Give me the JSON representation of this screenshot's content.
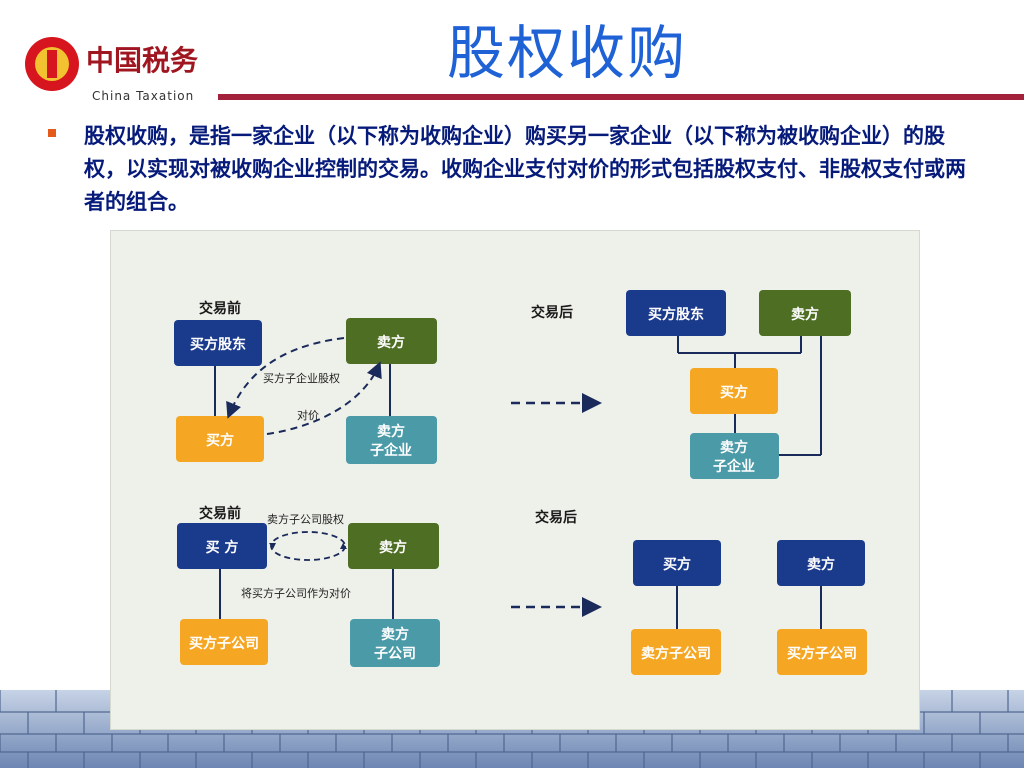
{
  "slide": {
    "title": "股权收购",
    "logo": {
      "cn": "中国税务",
      "en": "China Taxation"
    },
    "bullet": "股权收购，是指一家企业（以下称为收购企业）购买另一家企业（以下称为被收购企业）的股权，以实现对被收购企业控制的交易。收购企业支付对价的形式包括股权支付、非股权支付或两者的组合。"
  },
  "colors": {
    "navy": "#1a3a8c",
    "green": "#4e6e23",
    "orange": "#f5a623",
    "teal": "#4a9aa8",
    "title_blue": "#1f62d6",
    "rule_red": "#a3213a",
    "bullet_orange": "#e35a1a"
  },
  "diagram": {
    "top": {
      "before_label": "交易前",
      "after_label": "交易后",
      "before": {
        "buyer_shareholder": "买方股东",
        "seller": "卖方",
        "buyer": "买方",
        "seller_sub_line1": "卖方",
        "seller_sub_line2": "子企业",
        "equity_label": "买方子企业股权",
        "consideration_label": "对价"
      },
      "after": {
        "buyer_shareholder": "买方股东",
        "seller": "卖方",
        "buyer": "买方",
        "seller_sub_line1": "卖方",
        "seller_sub_line2": "子企业"
      }
    },
    "bottom": {
      "before_label": "交易前",
      "after_label": "交易后",
      "before": {
        "buyer": "买 方",
        "seller": "卖方",
        "buyer_sub": "买方子公司",
        "seller_sub_line1": "卖方",
        "seller_sub_line2": "子公司",
        "equity_label": "卖方子公司股权",
        "consideration_label": "将买方子公司作为对价"
      },
      "after": {
        "buyer": "买方",
        "seller": "卖方",
        "buyer_owns": "卖方子公司",
        "seller_owns": "买方子公司"
      }
    }
  }
}
